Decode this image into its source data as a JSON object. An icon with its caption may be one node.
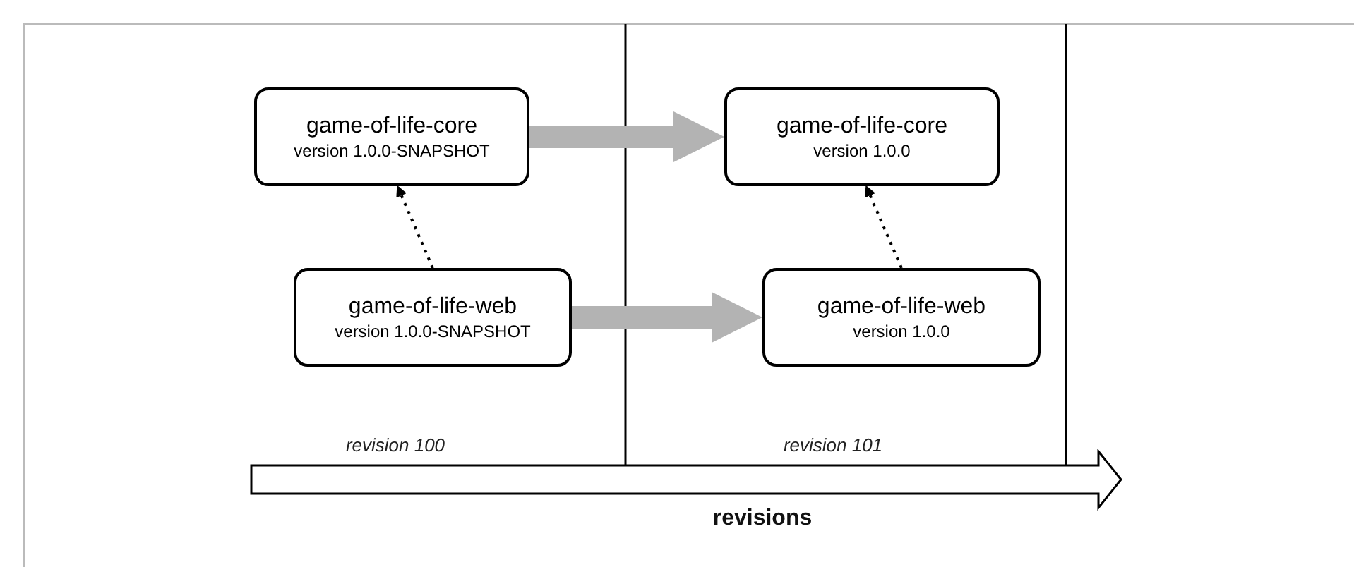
{
  "diagram": {
    "nodes": [
      {
        "text": [
          "game-of-life-core",
          "version 1.0.0-SNAPSHOT"
        ]
      },
      {
        "text": [
          "game-of-life-web",
          "version 1.0.0-SNAPSHOT"
        ]
      },
      {
        "text": [
          "game-of-life-core",
          "version 1.0.0"
        ]
      },
      {
        "text": [
          "game-of-life-web",
          "version 1.0.0"
        ]
      }
    ],
    "edges": [
      {
        "from": 0,
        "to": 2,
        "arrow": "to",
        "style": "thick",
        "color": "#b3b3b3"
      },
      {
        "from": 1,
        "to": 0,
        "arrow": "to",
        "style": "dashed",
        "color": "#000000"
      },
      {
        "from": 1,
        "to": 3,
        "arrow": "to",
        "style": "thick",
        "color": "#b3b3b3"
      },
      {
        "from": 3,
        "to": 2,
        "arrow": "to",
        "style": "dashed",
        "color": "#000000"
      }
    ],
    "labels": [
      "revision 100",
      "revision 101",
      "revisions"
    ]
  }
}
